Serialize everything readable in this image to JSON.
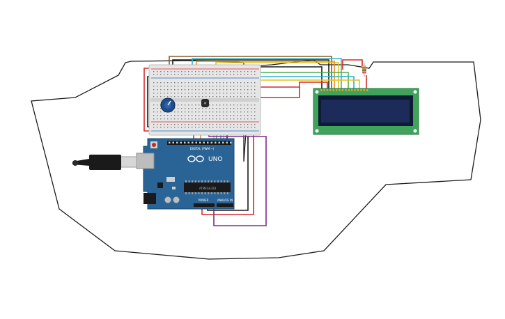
{
  "canvas": {
    "background": "#ffffff",
    "outline_color": "#1a1a1a"
  },
  "arduino": {
    "brand": "UNO",
    "digital_header_label": "DIGITAL (PWM ~)",
    "power_label": "POWER",
    "analog_label": "ANALOG IN",
    "mcu_label": "ATMEGA328",
    "board_color": "#2a6496"
  },
  "lcd": {
    "pin_count": 16,
    "pcb_color": "#3fa35b",
    "screen_color": "#1c2b5a"
  },
  "breadboard": {
    "color": "#e6e6e6"
  },
  "colors": {
    "red": "#d62828",
    "black": "#1a1a1a",
    "brown": "#8b5a2b",
    "yellow": "#e2c21b",
    "green": "#4caf50",
    "cyan": "#2bb3c9",
    "orange": "#ef8a1f",
    "purple": "#7b2d8e"
  },
  "components": [
    "usb-b-cable",
    "arduino-uno",
    "breadboard",
    "potentiometer",
    "temperature-sensor",
    "lcd-16x2",
    "resistor"
  ]
}
